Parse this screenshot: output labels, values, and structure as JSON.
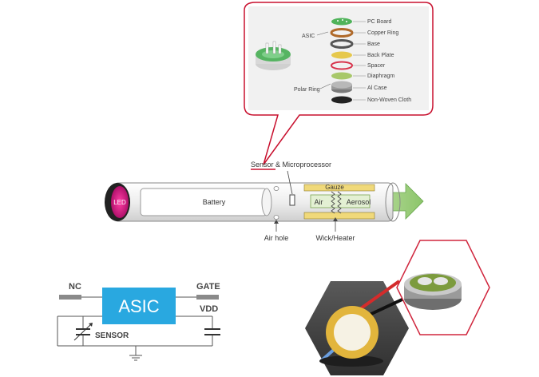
{
  "exploded_view": {
    "left_labels": {
      "asic": "ASIC",
      "polar_ring": "Polar Ring"
    },
    "parts": [
      {
        "label": "PC Board",
        "color": "#4fb35a"
      },
      {
        "label": "Copper Ring",
        "color": "#b06a2a"
      },
      {
        "label": "Base",
        "color": "#555555"
      },
      {
        "label": "Back Plate",
        "color": "#e6c84c"
      },
      {
        "label": "Spacer",
        "color": "#d8344c"
      },
      {
        "label": "Diaphragm",
        "color": "#a8c86a"
      },
      {
        "label": "Al Case",
        "color": "#9a9a9a"
      },
      {
        "label": "Non-Woven Cloth",
        "color": "#222222"
      }
    ]
  },
  "device": {
    "sensor_label": "Sensor & Microprocessor",
    "led_label": "LED",
    "battery_label": "Battery",
    "gauze_label": "Gauze",
    "air_label": "Air",
    "aerosol_label": "Aerosol",
    "air_hole_label": "Air hole",
    "wick_label": "Wick/Heater"
  },
  "schematic": {
    "nc_label": "NC",
    "asic_label": "ASIC",
    "gate_label": "GATE",
    "vdd_label": "VDD",
    "sensor_label": "SENSOR",
    "asic_color": "#29a8e0"
  }
}
